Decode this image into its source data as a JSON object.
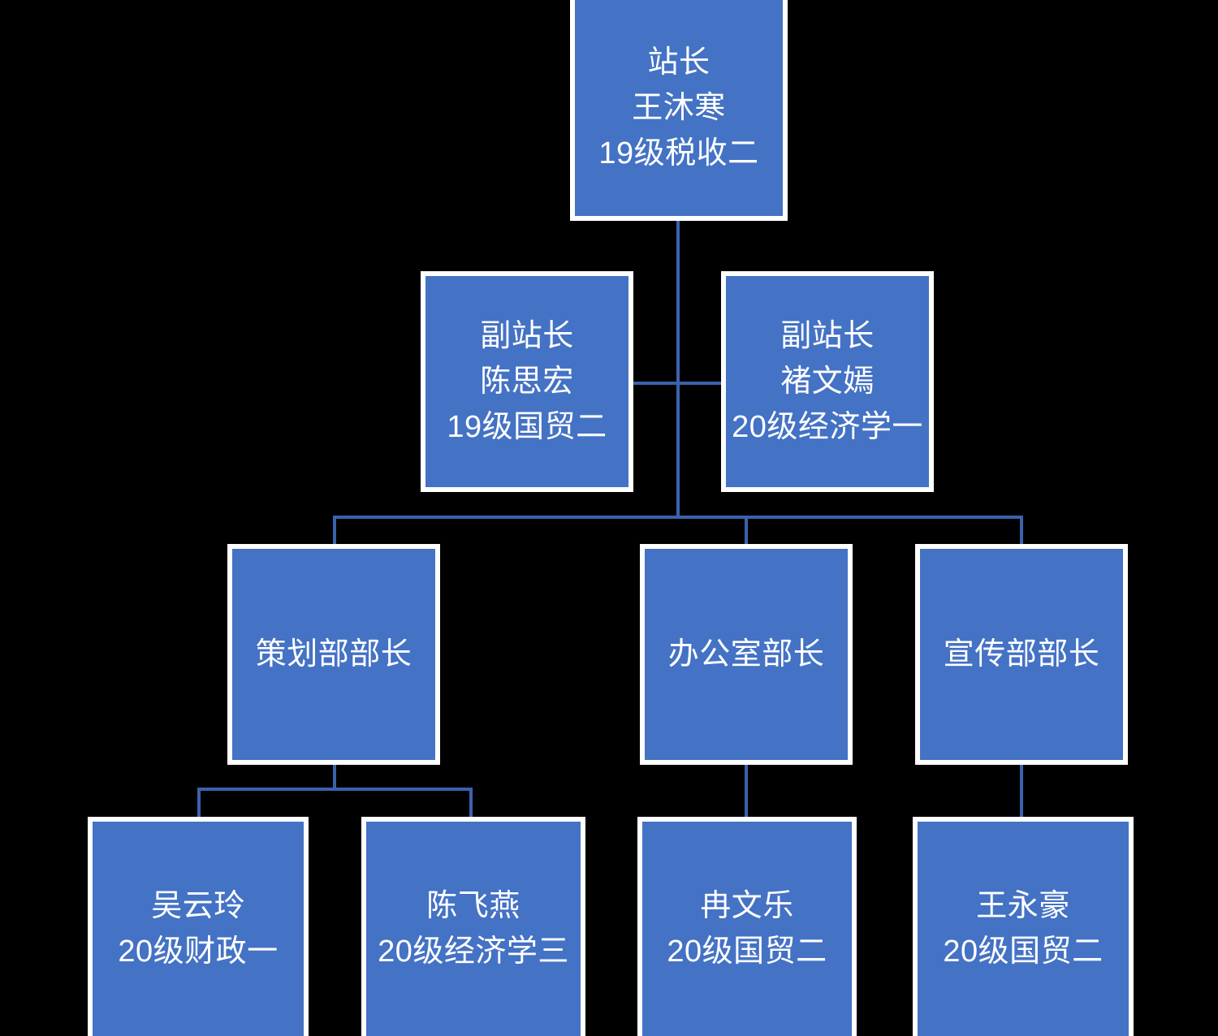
{
  "chart_data": {
    "type": "org-chart",
    "title": "",
    "theme": {
      "node_fill": "#4472C4",
      "node_border": "#FFFFFF",
      "connector": "#3A62AE",
      "background": "#000000",
      "text": "#FFFFFF"
    },
    "levels": [
      [
        "station-chief"
      ],
      [
        "deputy-chief-1",
        "deputy-chief-2"
      ],
      [
        "planning-head",
        "office-head",
        "publicity-head"
      ],
      [
        "member-wu",
        "member-chen",
        "member-ran",
        "member-wang"
      ]
    ],
    "nodes": [
      {
        "id": "station-chief",
        "role": "站长",
        "name": "王沐寒",
        "class": "19级税收二",
        "lines": [
          "站长",
          "王沐寒",
          "19级税收二"
        ]
      },
      {
        "id": "deputy-chief-1",
        "role": "副站长",
        "name": "陈思宏",
        "class": "19级国贸二",
        "lines": [
          "副站长",
          "陈思宏",
          "19级国贸二"
        ]
      },
      {
        "id": "deputy-chief-2",
        "role": "副站长",
        "name": "褚文嫣",
        "class": "20级经济学一",
        "lines": [
          "副站长",
          "褚文嫣",
          "20级经济学一"
        ]
      },
      {
        "id": "planning-head",
        "role": "策划部部长",
        "name": "",
        "class": "",
        "lines": [
          "策划部部长"
        ]
      },
      {
        "id": "office-head",
        "role": "办公室部长",
        "name": "",
        "class": "",
        "lines": [
          "办公室部长"
        ]
      },
      {
        "id": "publicity-head",
        "role": "宣传部部长",
        "name": "",
        "class": "",
        "lines": [
          "宣传部部长"
        ]
      },
      {
        "id": "member-wu",
        "role": "",
        "name": "吴云玲",
        "class": "20级财政一",
        "lines": [
          "吴云玲",
          "20级财政一"
        ]
      },
      {
        "id": "member-chen",
        "role": "",
        "name": "陈飞燕",
        "class": "20级经济学三",
        "lines": [
          "陈飞燕",
          "20级经济学三"
        ]
      },
      {
        "id": "member-ran",
        "role": "",
        "name": "冉文乐",
        "class": "20级国贸二",
        "lines": [
          "冉文乐",
          "20级国贸二"
        ]
      },
      {
        "id": "member-wang",
        "role": "",
        "name": "王永豪",
        "class": "20级国贸二",
        "lines": [
          "王永豪",
          "20级国贸二"
        ]
      }
    ],
    "edges": [
      {
        "from": "station-chief",
        "to": "deputy-chief-1"
      },
      {
        "from": "station-chief",
        "to": "deputy-chief-2"
      },
      {
        "from": "station-chief",
        "to": "planning-head"
      },
      {
        "from": "station-chief",
        "to": "office-head"
      },
      {
        "from": "station-chief",
        "to": "publicity-head"
      },
      {
        "from": "planning-head",
        "to": "member-wu"
      },
      {
        "from": "planning-head",
        "to": "member-chen"
      },
      {
        "from": "office-head",
        "to": "member-ran"
      },
      {
        "from": "publicity-head",
        "to": "member-wang"
      }
    ]
  },
  "nodes": {
    "station_chief": {
      "l1": "站长",
      "l2": "王沐寒",
      "l3": "19级税收二"
    },
    "deputy_1": {
      "l1": "副站长",
      "l2": "陈思宏",
      "l3": "19级国贸二"
    },
    "deputy_2": {
      "l1": "副站长",
      "l2": "褚文嫣",
      "l3": "20级经济学一"
    },
    "planning_head": {
      "l1": "策划部部长"
    },
    "office_head": {
      "l1": "办公室部长"
    },
    "publicity_head": {
      "l1": "宣传部部长"
    },
    "member_wu": {
      "l1": "吴云玲",
      "l2": "20级财政一"
    },
    "member_chen": {
      "l1": "陈飞燕",
      "l2": "20级经济学三"
    },
    "member_ran": {
      "l1": "冉文乐",
      "l2": "20级国贸二"
    },
    "member_wang": {
      "l1": "王永豪",
      "l2": "20级国贸二"
    }
  }
}
